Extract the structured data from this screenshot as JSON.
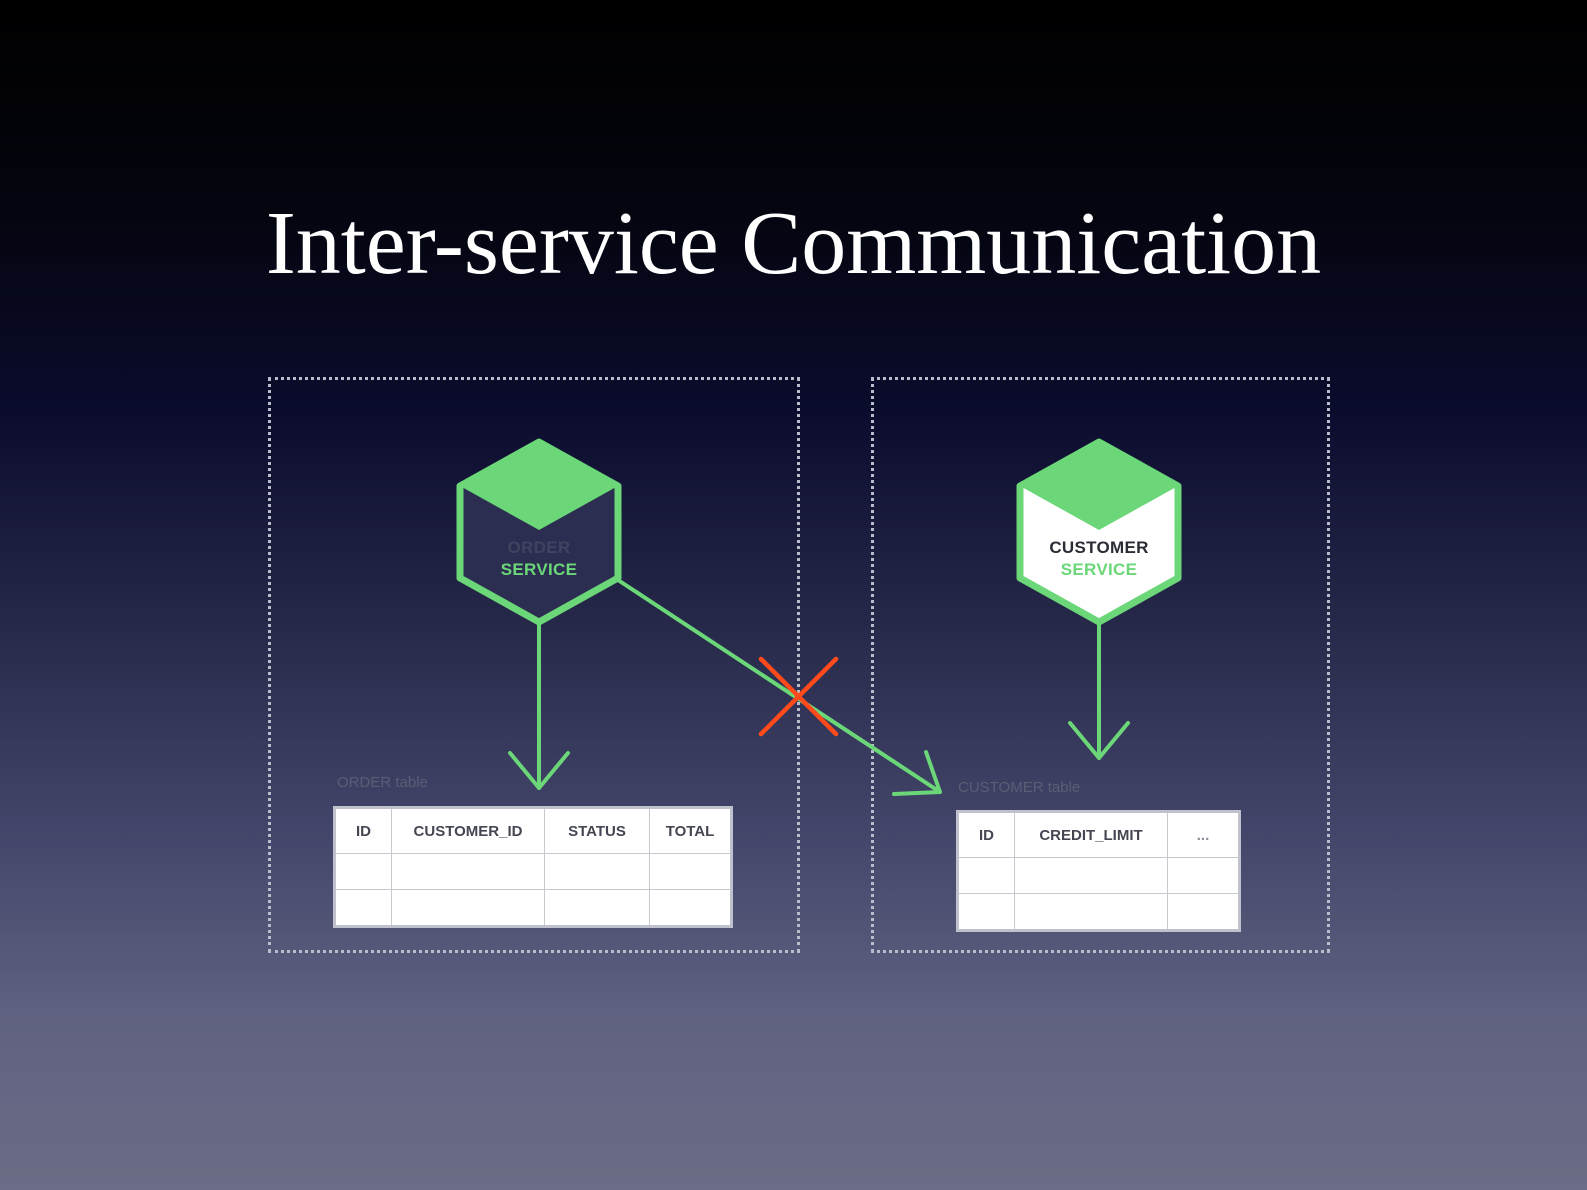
{
  "title": "Inter-service Communication",
  "order_service": {
    "line1": "ORDER",
    "line2": "SERVICE"
  },
  "customer_service": {
    "line1": "CUSTOMER",
    "line2": "SERVICE"
  },
  "order_table": {
    "caption": "ORDER table",
    "columns": [
      "ID",
      "CUSTOMER_ID",
      "STATUS",
      "TOTAL"
    ]
  },
  "customer_table": {
    "caption": "CUSTOMER table",
    "columns": [
      "ID",
      "CREDIT_LIMIT",
      "..."
    ]
  },
  "colors": {
    "service_green": "#6bd778",
    "forbidden_cross": "#ff4a1c",
    "boundary": "#b8bccb"
  },
  "icons": {
    "blocked": "x-cross-icon"
  }
}
